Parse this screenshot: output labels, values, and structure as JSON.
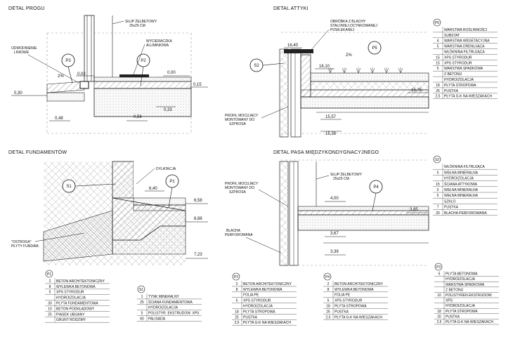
{
  "titles": {
    "progu": "DETAL PROGU",
    "attyki": "DETAL ATTYKI",
    "fundamentow": "DETAL FUNDAMENTÓW",
    "pasa": "DETAL PASA MIĘDZYKONDYGNACYJNEGO"
  },
  "progu": {
    "callout_slup": [
      "SŁUP ŻELBETOWY",
      "25x25 CM"
    ],
    "callout_wycieraczka": [
      "WYCIERACZKA",
      "ALUMINIOWA"
    ],
    "callout_odwodnienie": [
      "ODWODNIENIE",
      "LINIOWE"
    ],
    "tag_p3": "P3",
    "tag_p2": "P2",
    "slope": "2%",
    "levels": [
      "0,02",
      "0,00",
      "0,30",
      "0,15",
      "0,33",
      "0,48",
      "0,56"
    ]
  },
  "attyki": {
    "callout_obrobka": [
      "OBRÓBKA Z BLACHY",
      "STALOWEJ,OCYNKOWANEJ",
      "POWLEKANEJ"
    ],
    "callout_profil": [
      "PROFIL MOCUJĄCY",
      "MONTOWANY DO",
      "SZPROSA"
    ],
    "tag_p5": "P5",
    "tag_s2": "S2",
    "slope": "2%",
    "levels": [
      "16,40",
      "16,10",
      "15,75",
      "15,57",
      "15,28"
    ]
  },
  "fundamentow": {
    "callout_dylatacja": "DYLATACJA",
    "callout_ostroga": [
      "\"OSTROGA\"",
      "PŁYTY FUNDAM."
    ],
    "tag_s1": "S1",
    "tag_p1": "P1",
    "levels": [
      "6,40",
      "6,58",
      "6,88",
      "7,23"
    ]
  },
  "pasa": {
    "callout_slup": [
      "SŁUP ŻELBETOWY",
      "25x25 CM"
    ],
    "callout_profil": [
      "PROFIL MOCUJĄCY",
      "MONTOWANY DO",
      "SZPROSA"
    ],
    "callout_blacha": [
      "BLACHA",
      "PERFOROWANA"
    ],
    "tag_p4": "P4",
    "levels": [
      "4,00",
      "3,85",
      "3,67",
      "3,39"
    ]
  },
  "legends": {
    "P5": {
      "tag": "P5",
      "rows": [
        [
          "",
          "WARSTWA ROŚLINNOŚCI"
        ],
        [
          "",
          "SUBSTAT"
        ],
        [
          "4",
          "WARSTWA WEGETACYJNA"
        ],
        [
          "5",
          "WARSTWA DRENUJĄCA"
        ],
        [
          "",
          "WŁÓKNINA FILTRUJĄCA"
        ],
        [
          "15",
          "XPS STYRODUR"
        ],
        [
          "15",
          "XPS STYRODUR"
        ],
        [
          "5",
          "WARSTWA SPADKOWA"
        ],
        [
          "",
          "Z BETONU"
        ],
        [
          "",
          "HYDROIZOLACJA"
        ],
        [
          "18",
          "PŁYTA STROPOWA"
        ],
        [
          "25",
          "PUSTKA"
        ],
        [
          "2,5",
          "PŁYTA G-K NA WIESZAKACH"
        ]
      ]
    },
    "S2": {
      "tag": "S2",
      "rows": [
        [
          "",
          "WŁÓKNINA FILTRUJĄCA"
        ],
        [
          "5",
          "WEŁNA MINERALNA"
        ],
        [
          "",
          "HYDROIZOLACJA"
        ],
        [
          "15",
          "ŚCIANA ATTYKOWA"
        ],
        [
          "5",
          "WEŁNA MINERALNA"
        ],
        [
          "5",
          "WEŁNA MINERALNA"
        ],
        [
          "",
          "SZKŁO"
        ],
        [
          "7",
          "PUSTKA"
        ],
        [
          "20",
          "BLACHA PERFOROWANA"
        ]
      ]
    },
    "P1": {
      "tag": "P1",
      "rows": [
        [
          "2",
          "BETON ARCHITEKTONICZNY"
        ],
        [
          "8",
          "WYLEWKA BETONOWA"
        ],
        [
          "5",
          "XPS STYRODUR"
        ],
        [
          "",
          "HYDROIZOLACJA"
        ],
        [
          "30",
          "PŁYTA FUNDAMENTOWA"
        ],
        [
          "10",
          "BETON PODKŁADOWY"
        ],
        [
          "25",
          "PIASEK UBIJANY"
        ],
        [
          "",
          "GRUNT RODZIMY"
        ]
      ]
    },
    "S1": {
      "tag": "S1",
      "rows": [
        [
          "1",
          "TYNK MINERALNY"
        ],
        [
          "25",
          "ŚCIANA FUNDAMENTOWA"
        ],
        [
          "",
          "HYDROIZOLACJA"
        ],
        [
          "5",
          "POLISTYR. EKSTRUDOW. XPS"
        ],
        [
          "60",
          "PALISADA"
        ]
      ]
    },
    "P2": {
      "tag": "P2",
      "rows": [
        [
          "2",
          "BETON ARCHITEKTONICZNY"
        ],
        [
          "8",
          "WYLEWKA BETONOWA"
        ],
        [
          "",
          "FOLIA PE"
        ],
        [
          "5",
          "XPS STYRODUR"
        ],
        [
          "",
          "HYDROIZOLACJA"
        ],
        [
          "18",
          "PŁYTA STROPOWA"
        ],
        [
          "25",
          "PUSTKA"
        ],
        [
          "2,5",
          "PŁYTA G-K NA WIESZAKACH"
        ]
      ]
    },
    "P4": {
      "tag": "P4",
      "rows": [
        [
          "2",
          "BETON ARCHITEKTONICZNY"
        ],
        [
          "8",
          "WYLEWKA BETONOWA"
        ],
        [
          "",
          "FOLIA PE"
        ],
        [
          "5",
          "XPS STYRODUR"
        ],
        [
          "18",
          "PŁYTA STROPOWA"
        ],
        [
          "25",
          "PUSTKA"
        ],
        [
          "2,5",
          "PŁYTA G-K NA WIESZAKACH"
        ]
      ]
    },
    "P3": {
      "tag": "P3",
      "rows": [
        [
          "5",
          "PŁYTA BETONOWA"
        ],
        [
          "",
          "HYDROIZOLACJA"
        ],
        [
          "",
          "WARSTWA SPADKOWA"
        ],
        [
          "",
          "Z BETONU"
        ],
        [
          "10",
          "POLISTYREN EKSTRUDOW."
        ],
        [
          "",
          "XPS"
        ],
        [
          "",
          "HYDROIZOLACJA"
        ],
        [
          "18",
          "PŁYTA STROPOWA"
        ],
        [
          "20",
          "PUSTKA"
        ],
        [
          "2,5",
          "PŁYTA G-K NA WIESZAKACH"
        ]
      ]
    }
  }
}
